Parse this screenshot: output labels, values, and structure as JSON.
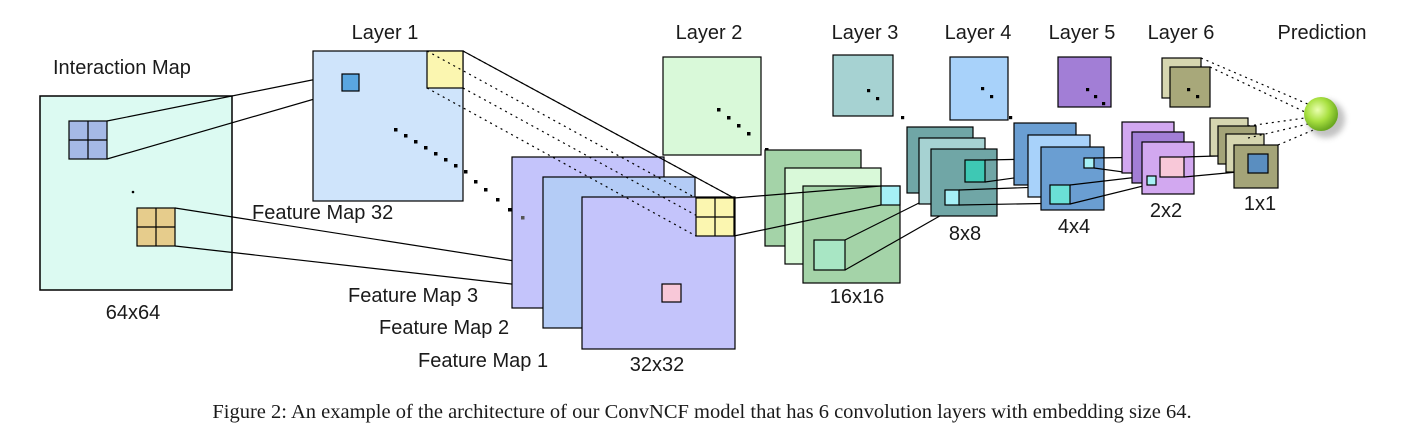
{
  "labels": {
    "interaction_map": "Interaction Map",
    "size_64": "64x64",
    "layer1": "Layer 1",
    "layer2": "Layer 2",
    "layer3": "Layer 3",
    "layer4": "Layer 4",
    "layer5": "Layer 5",
    "layer6": "Layer 6",
    "prediction": "Prediction",
    "feature_map_32": "Feature Map 32",
    "feature_map_3": "Feature Map 3",
    "feature_map_2": "Feature Map 2",
    "feature_map_1": "Feature Map 1",
    "size_32": "32x32",
    "size_16": "16x16",
    "size_8": "8x8",
    "size_4": "4x4",
    "size_2": "2x2",
    "size_1": "1x1"
  },
  "caption": "Figure 2: An example of the architecture of our ConvNCF model that has 6 convolution layers with embedding size 64.",
  "colors": {
    "interaction_map": "#dcfaf2",
    "patch_blue": "#a5b9e6",
    "patch_tan": "#e6cc8c",
    "layer1": "#cfe4fb",
    "cell_blue": "#5aa6e0",
    "cell_yellow": "#fbf6b0",
    "feature_purple": "#c4c4fb",
    "feature_mid": "#b4ccf6",
    "cell_pink": "#f8c8d8",
    "layer2": "#d9f9d9",
    "green_16": "#a4d3a8",
    "cell_green": "#a8e6c4",
    "cell_cyan": "#a6f0f6",
    "layer3": "#a6d2d2",
    "teal_8": "#70a6a6",
    "cell_teal": "#3ec8b4",
    "layer4": "#a8d2fa",
    "blue_4": "#6a9ed2",
    "cell_teal_light": "#6ae0d6",
    "layer5": "#a27ed6",
    "purple_2": "#d2a8f0",
    "layer6": "#a8a87a",
    "olive_1": "#a4a478",
    "cell_steel": "#5a8ec0",
    "prediction_fill": "#a8e040"
  }
}
